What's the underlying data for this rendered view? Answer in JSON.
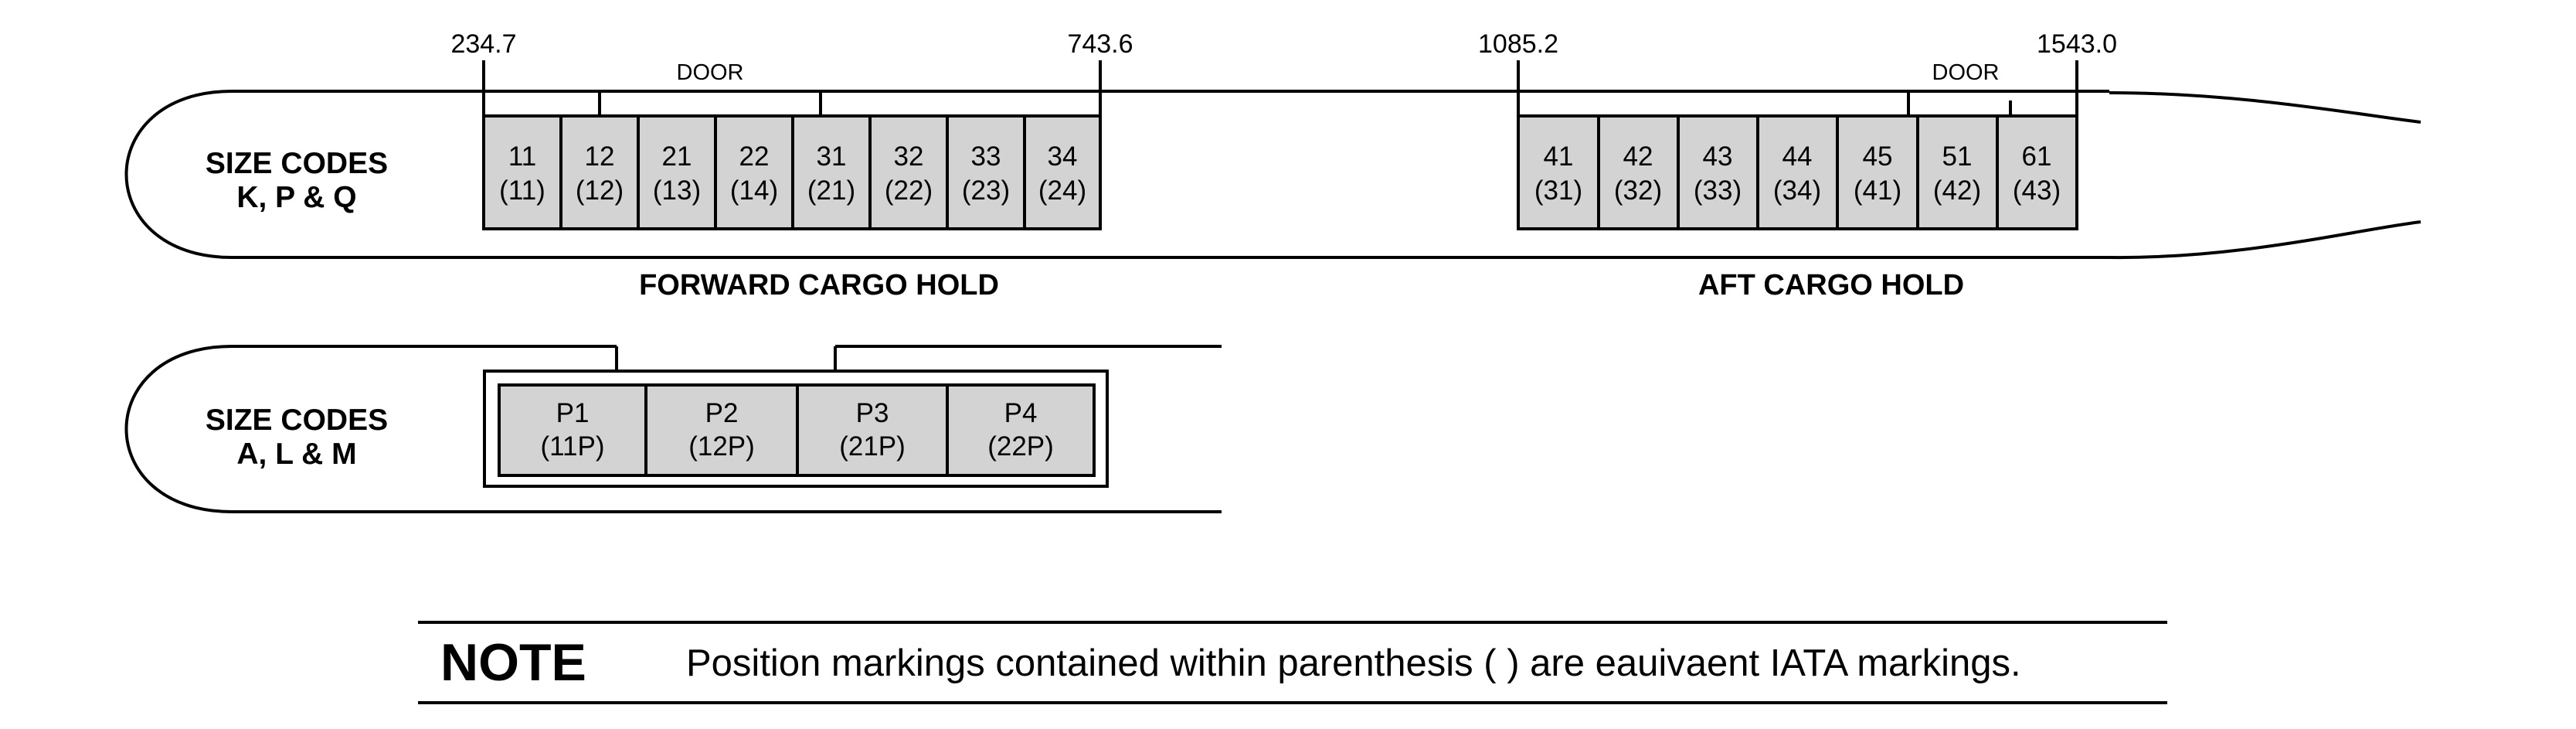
{
  "stations": [
    {
      "id": "s1",
      "label": "234.7"
    },
    {
      "id": "s2",
      "label": "743.6"
    },
    {
      "id": "s3",
      "label": "1085.2"
    },
    {
      "id": "s4",
      "label": "1543.0"
    }
  ],
  "door_labels": {
    "forward": "DOOR",
    "aft": "DOOR"
  },
  "upper_fuselage": {
    "size_codes_line1": "SIZE CODES",
    "size_codes_line2": "K, P & Q"
  },
  "lower_fuselage": {
    "size_codes_line1": "SIZE CODES",
    "size_codes_line2": "A, L & M"
  },
  "forward_hold": {
    "label": "FORWARD CARGO HOLD",
    "positions": [
      {
        "code": "11",
        "iata": "(11)"
      },
      {
        "code": "12",
        "iata": "(12)"
      },
      {
        "code": "21",
        "iata": "(13)"
      },
      {
        "code": "22",
        "iata": "(14)"
      },
      {
        "code": "31",
        "iata": "(21)"
      },
      {
        "code": "32",
        "iata": "(22)"
      },
      {
        "code": "33",
        "iata": "(23)"
      },
      {
        "code": "34",
        "iata": "(24)"
      }
    ]
  },
  "aft_hold": {
    "label": "AFT CARGO HOLD",
    "positions": [
      {
        "code": "41",
        "iata": "(31)"
      },
      {
        "code": "42",
        "iata": "(32)"
      },
      {
        "code": "43",
        "iata": "(33)"
      },
      {
        "code": "44",
        "iata": "(34)"
      },
      {
        "code": "45",
        "iata": "(41)"
      },
      {
        "code": "51",
        "iata": "(42)"
      },
      {
        "code": "61",
        "iata": "(43)"
      }
    ]
  },
  "pallet_hold": {
    "positions": [
      {
        "code": "P1",
        "iata": "(11P)"
      },
      {
        "code": "P2",
        "iata": "(12P)"
      },
      {
        "code": "P3",
        "iata": "(21P)"
      },
      {
        "code": "P4",
        "iata": "(22P)"
      }
    ]
  },
  "note": {
    "label": "NOTE",
    "text": "Position markings contained within parenthesis ( ) are eauivaent IATA markings."
  },
  "colors": {
    "cell_fill": "#d3d3d3",
    "line": "#000000",
    "background": "#ffffff"
  }
}
